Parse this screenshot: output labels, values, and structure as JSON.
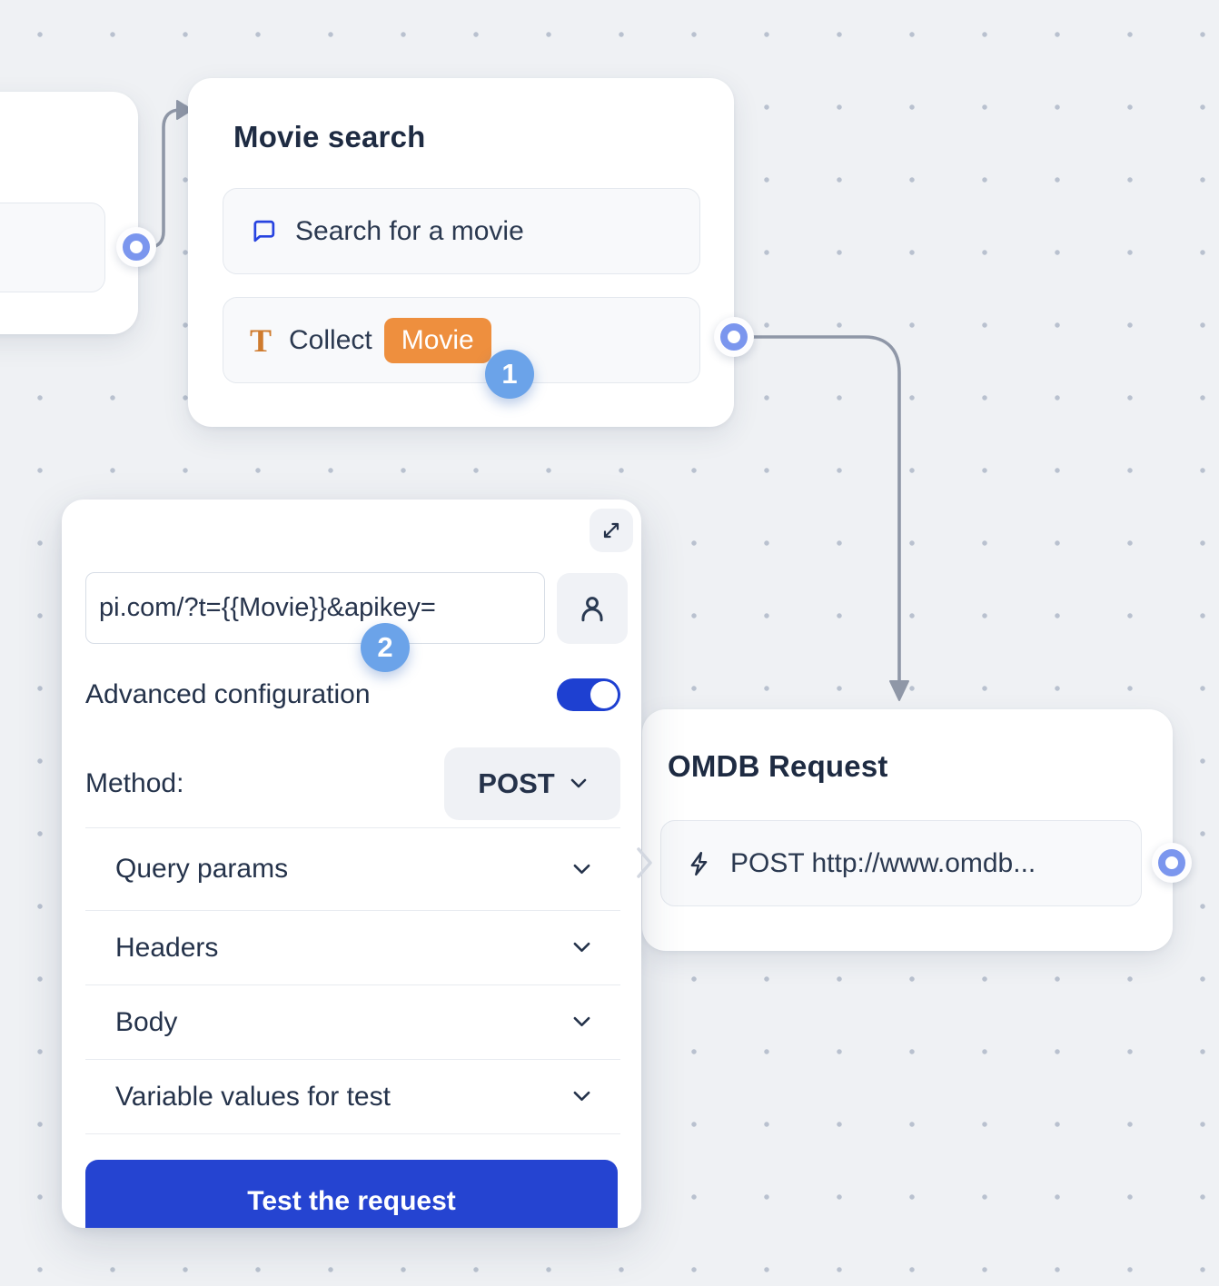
{
  "canvas": {
    "background": "#eff1f4",
    "dot_color": "#b9c1cf"
  },
  "colors": {
    "primary_blue": "#2544d1",
    "chip_orange": "#ee8f3e",
    "badge_blue": "#6ba3e9",
    "port_blue": "#7b96ee",
    "connector_gray": "#8f97a7",
    "chat_icon_blue": "#2743e0",
    "text_icon_orange": "#cf7b2e",
    "title_navy": "#1e2b42"
  },
  "movie_search_node": {
    "title": "Movie search",
    "items": [
      {
        "icon": "chat-bubble-icon",
        "label": "Search for a movie"
      },
      {
        "icon": "text-icon",
        "label": "Collect",
        "chip": "Movie"
      }
    ]
  },
  "omdb_node": {
    "title": "OMDB Request",
    "items": [
      {
        "icon": "lightning-icon",
        "label": "POST http://www.omdb..."
      }
    ]
  },
  "webhook_panel": {
    "url_value": "pi.com/?t={{Movie}}&apikey=",
    "advanced_label": "Advanced configuration",
    "advanced_enabled": true,
    "method_label": "Method:",
    "method_value": "POST",
    "sections": [
      {
        "label": "Query params"
      },
      {
        "label": "Headers"
      },
      {
        "label": "Body"
      },
      {
        "label": "Variable values for test"
      }
    ],
    "test_button_label": "Test the request"
  },
  "step_badges": {
    "collect_step": "1",
    "url_step": "2"
  }
}
